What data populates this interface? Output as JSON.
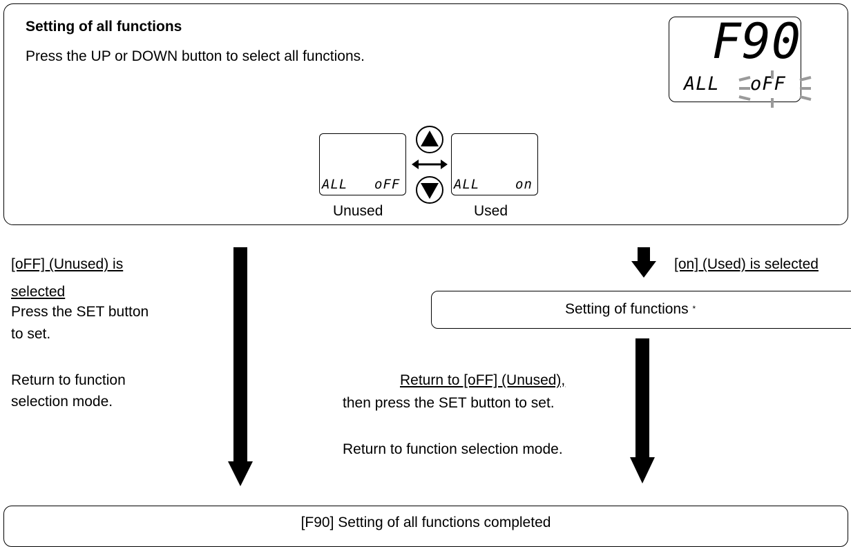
{
  "top_box": {
    "title": "Setting of all functions",
    "instruction": "Press the UP or DOWN button to select all functions.",
    "display_main": {
      "code": "F90",
      "left_text": "ALL",
      "right_text": "oFF"
    },
    "unused_display": {
      "left_text": "ALL",
      "right_text": "oFF",
      "caption": "Unused"
    },
    "used_display": {
      "left_text": "ALL",
      "right_text": "on",
      "caption": "Used"
    }
  },
  "left_branch": {
    "selected_line1": "[oFF] (Unused) is",
    "selected_line2": "selected",
    "press_line1": "Press the SET button",
    "press_line2": "to set.",
    "return_line1": "Return to function",
    "return_line2": "selection mode."
  },
  "right_branch": {
    "selected_label": "[on] (Used) is selected",
    "functions_box": "Setting of functions",
    "functions_note_mark": "*",
    "return_unused": "Return to [oFF] (Unused),",
    "press_set": "then press the SET button to set.",
    "return_mode": "Return to function selection mode."
  },
  "bottom_box": {
    "label": "[F90] Setting of all functions completed"
  },
  "icons": {
    "up_button": "up-triangle-icon",
    "down_button": "down-triangle-icon",
    "toggle": "double-arrow-icon",
    "flow_arrow": "down-arrow-icon"
  },
  "colors": {
    "line": "#000000",
    "blink": "#9a9a9a"
  }
}
